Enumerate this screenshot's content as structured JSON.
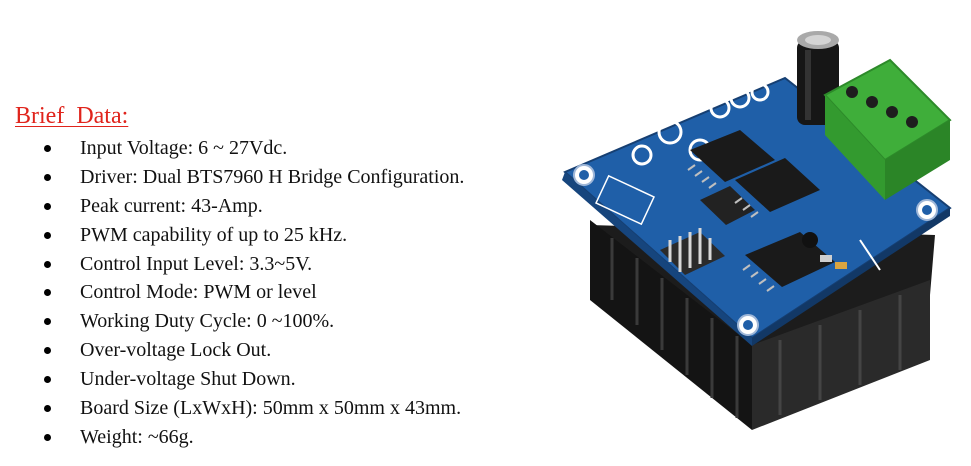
{
  "section": {
    "title": "Brief  Data:"
  },
  "specs": [
    "Input Voltage: 6 ~ 27Vdc.",
    "Driver: Dual BTS7960 H Bridge Configuration.",
    "Peak current: 43-Amp.",
    "PWM capability of up to 25 kHz.",
    "Control Input Level: 3.3~5V.",
    "Control Mode: PWM or level",
    "Working Duty Cycle: 0 ~100%.",
    "Over-voltage Lock Out.",
    "Under-voltage Shut Down.",
    "Board Size (LxWxH): 50mm x 50mm x 43mm.",
    "Weight: ~66g."
  ],
  "colors": {
    "title": "#e0241c",
    "pcb": "#1f5fa8",
    "terminal": "#3fae3a",
    "heatsink": "#1e1e1e"
  }
}
